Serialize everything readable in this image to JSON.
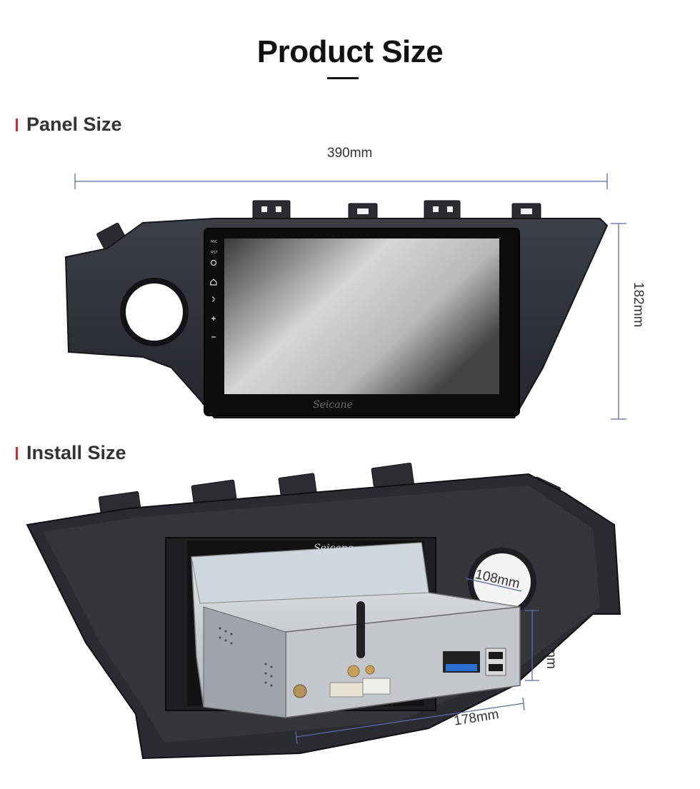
{
  "page": {
    "title": "Product Size"
  },
  "panel_section": {
    "label": "Panel Size",
    "width_dimension": "390mm",
    "height_dimension": "182mm",
    "brand_mark": "Seicane"
  },
  "install_section": {
    "label": "Install Size",
    "diameter_dimension": "108mm",
    "height_dimension": "50mm",
    "depth_dimension": "178mm",
    "brand_mark": "Seicane"
  },
  "colors": {
    "accent": "#d62b2b",
    "dimension_line": "#5a6aa8"
  },
  "icons": [
    "mic-icon",
    "rst-icon",
    "power-icon",
    "home-icon",
    "back-icon",
    "volume-up-icon",
    "volume-down-icon"
  ]
}
